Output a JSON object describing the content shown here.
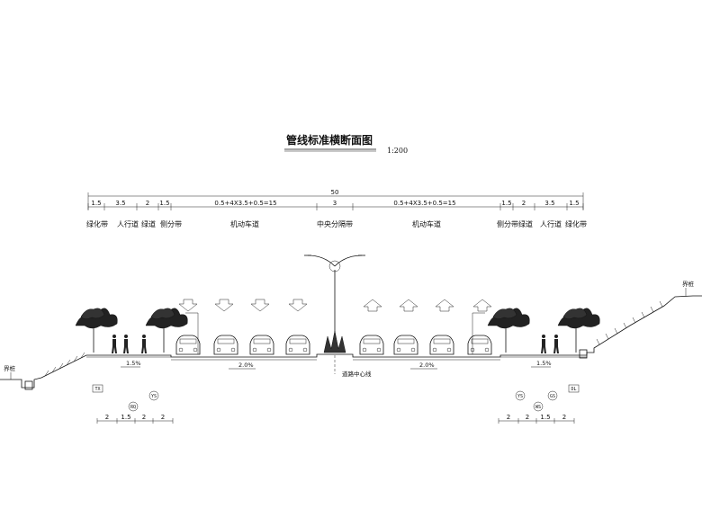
{
  "title": "管线标准横断面图",
  "scale": "1:200",
  "overall_width": "50",
  "segments": [
    "1.5",
    "3.5",
    "2",
    "1.5",
    "0.5+4X3.5+0.5=15",
    "3",
    "0.5+4X3.5+0.5=15",
    "1.5",
    "2",
    "3.5",
    "1.5"
  ],
  "zones": {
    "left_green": "绿化带",
    "left_sidewalk": "人行道",
    "left_greenway": "绿道",
    "left_side_divider": "侧分带",
    "left_carriageway": "机动车道",
    "median": "中央分隔带",
    "right_carriageway": "机动车道",
    "right_side_divider_greenway": "侧分带绿道",
    "right_sidewalk": "人行道",
    "right_green": "绿化带"
  },
  "slopes": {
    "left_sidewalk": "1.5%",
    "left_road": "2.0%",
    "right_road": "2.0%",
    "right_sidewalk": "1.5%"
  },
  "centerline_label": "道路中心线",
  "boundary_left": "界桩",
  "boundary_right": "界桩",
  "pipe_labels_left": [
    "TX",
    "RQ",
    "YS"
  ],
  "pipe_labels_right": [
    "YS",
    "GS",
    "WS",
    "DL"
  ],
  "pipe_dims_left": [
    "2",
    "1.5",
    "2",
    "2"
  ],
  "pipe_dims_right": [
    "2",
    "2",
    "1.5",
    "2"
  ]
}
